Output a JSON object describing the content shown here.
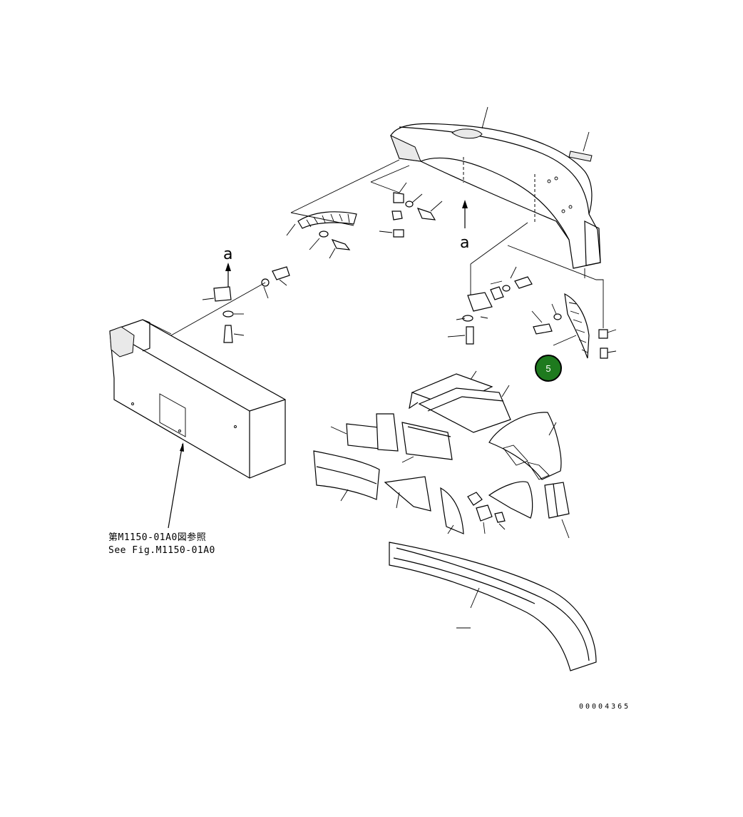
{
  "reference_note": {
    "japanese": "第M1150-01A0図参照",
    "english": "See Fig.M1150-01A0"
  },
  "arrow_labels": {
    "left": "a",
    "center": "a"
  },
  "drawing_number": "00004365",
  "callout": {
    "label": "5",
    "color": "#1e7a1e"
  }
}
